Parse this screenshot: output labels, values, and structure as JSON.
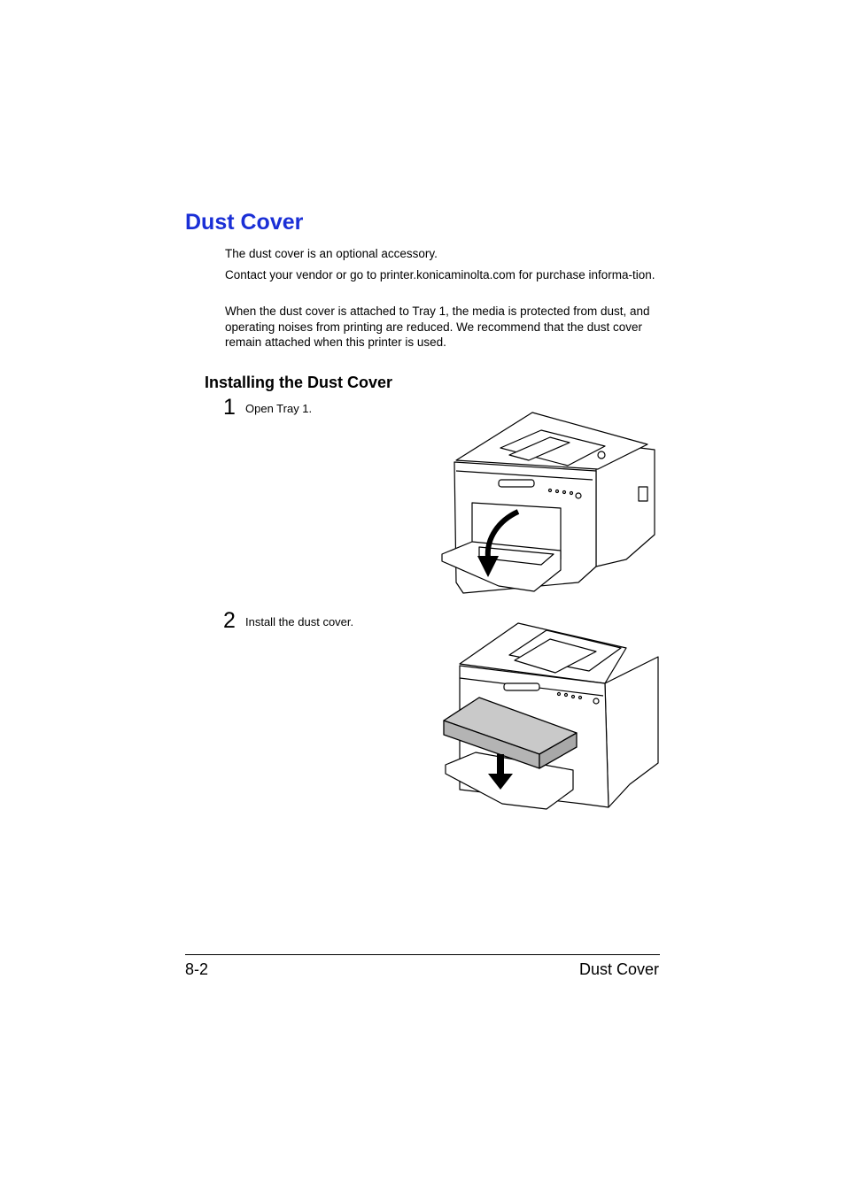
{
  "page": {
    "title": "Dust Cover",
    "intro": [
      "The dust cover is an optional accessory.",
      "Contact your vendor or go to printer.konicaminolta.com for purchase informa-tion.",
      "When the dust cover is attached to Tray 1, the media is protected from dust, and operating noises from printing are reduced. We recommend that the dust cover remain attached when this printer is used."
    ],
    "section_heading": "Installing the Dust Cover",
    "steps": [
      {
        "number": "1",
        "text": "Open Tray 1."
      },
      {
        "number": "2",
        "text": "Install the dust cover."
      }
    ]
  },
  "footer": {
    "page_number": "8-2",
    "section": "Dust Cover"
  }
}
